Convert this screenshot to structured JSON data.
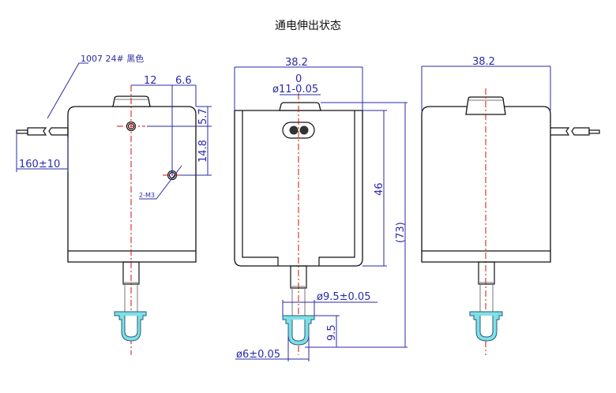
{
  "title": "通电伸出状态",
  "colors": {
    "outline": "#111111",
    "dimension": "#2a2aa8",
    "centerline": "#cc1111",
    "cap": "#7fe0e6"
  },
  "left_view": {
    "wire_label": "1007 24# 黑色",
    "wire_length": "160±10",
    "dim_hole_x": "12",
    "dim_hole_offset": "6.6",
    "dim_hole_y_top": "5.7",
    "dim_hole_spacing": "14.8",
    "hole_label": "2-M3"
  },
  "front_view": {
    "width": "38.2",
    "boss_tol_upper": "0",
    "boss_diameter": "ø11-0.05",
    "frame_height": "46",
    "overall_height": "(73)",
    "cap_diameter": "ø9.5±0.05",
    "cap_height": "9.5",
    "tip_diameter": "ø6±0.05"
  },
  "right_view": {
    "width": "38.2"
  }
}
